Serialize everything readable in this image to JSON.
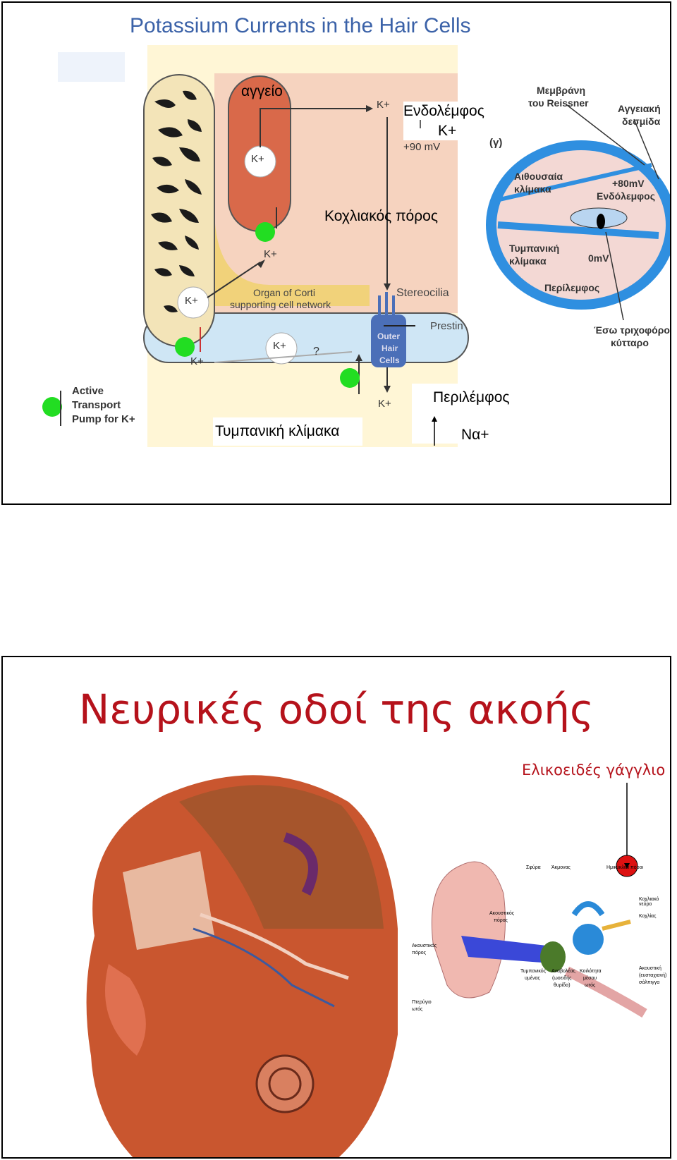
{
  "slide1": {
    "title": "Potassium Currents in the Hair Cells",
    "diagram": {
      "vessel_label": "αγγείο",
      "k_plus": "K+",
      "k_plus_top": "K+",
      "endo_voltage": "+90 mV",
      "organ_of_corti": "Organ of Corti",
      "supporting_network": "supporting cell network",
      "stereocilia": "Stereocilia",
      "prestin": "Prestin",
      "outer": "Outer",
      "hair": "Hair",
      "cells": "Cells",
      "question": "?",
      "legend_line1": "Active",
      "legend_line2": "Transport",
      "legend_line3": "Pump for K+"
    },
    "overlays": {
      "endolymph": "Ενδολέμφος",
      "k_plus": "K+",
      "cochlear_duct": "Κοχλιακός πόρος",
      "perilymph": "Περιλέμφος",
      "scala_tympani": "Τυμπανική κλίμακα",
      "sodium": "Να+"
    },
    "cochlea": {
      "panel_tag": "(γ)",
      "reissner_1": "Μεμβράνη",
      "reissner_2": "του Reissner",
      "stria_1": "Αγγειακή",
      "stria_2": "δεσμίδα",
      "vestibuli_1": "Αιθουσαία",
      "vestibuli_2": "κλίμακα",
      "plus80": "+80mV",
      "endolymph": "Ενδόλεμφος",
      "tympani_1": "Τυμπανική",
      "tympani_2": "κλίμακα",
      "zero": "0mV",
      "perilymph": "Περίλεμφος",
      "ihc_1": "Έσω τριχοφόρο",
      "ihc_2": "κύτταρο"
    }
  },
  "slide2": {
    "title": "Νευρικές οδοί της ακοής",
    "spiral_ganglion": "Ελικοειδές γάγγλιο",
    "ear_labels": {
      "malleus": "Σφύρα",
      "incus": "Άκμονας",
      "canals": "Ημικύκλιοι πόροι",
      "cochlear_nerve": "Κοχλιακό νεύρο",
      "cochlea": "Κοχλίας",
      "ear_canal_1": "Ακουστικός",
      "ear_canal_2": "πόρος",
      "eustachian_1": "Ακουστική",
      "eustachian_2": "(ευσταχιανή)",
      "eustachian_3": "σάλπιγγα",
      "tympanic_1": "Τυμπανικός",
      "tympanic_2": "υμένας",
      "stapes_1": "Αναβολέας",
      "stapes_2": "(ωοειδής",
      "stapes_3": "θυρίδα)",
      "cavity_1": "Κοιλότητα",
      "cavity_2": "μέσου",
      "cavity_3": "ωτός",
      "pinna_1": "Πτερύγιο",
      "pinna_2": "ωτός",
      "auricle_1": "Ακουστικός",
      "auricle_2": "πόρος"
    }
  },
  "colors": {
    "title_blue": "#3b62a8",
    "title_red": "#b5121b",
    "pump_green": "#22dd22",
    "vessel": "#d9694a",
    "endolymph_bg": "#f6d3bf",
    "scala_blue": "#cfe6f5",
    "bone": "#f3e4b8",
    "cochlea_blue": "#2f8fe0"
  }
}
